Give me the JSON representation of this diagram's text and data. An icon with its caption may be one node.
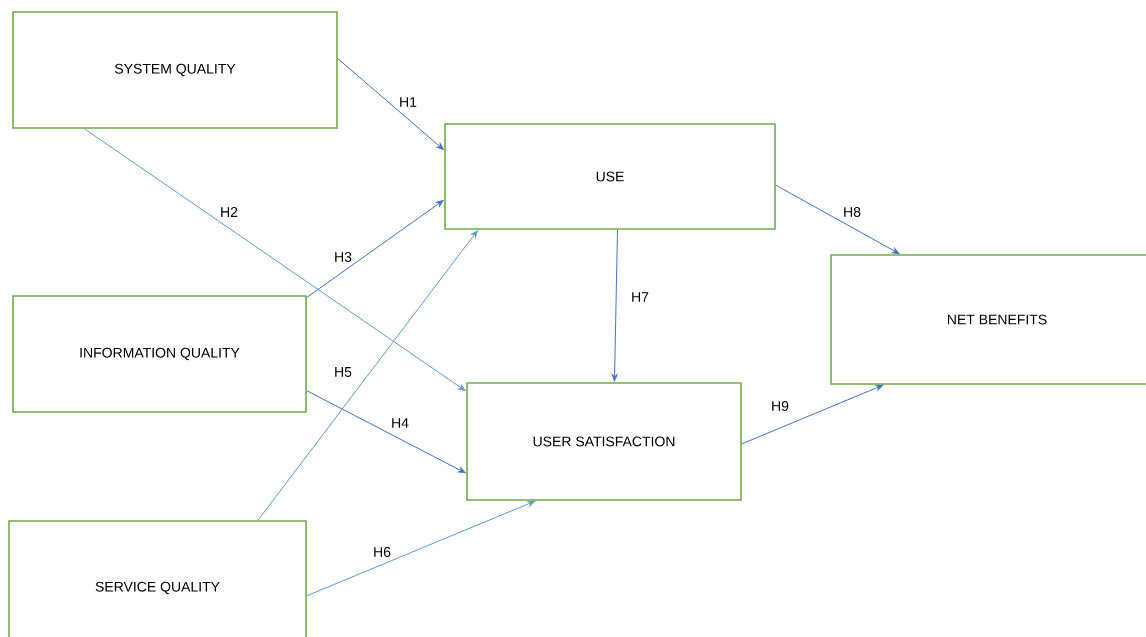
{
  "diagram": {
    "nodes": [
      {
        "text": [
          "SYSTEM QUALITY"
        ]
      },
      {
        "text": [
          "USE"
        ]
      },
      {
        "text": [
          "INFORMATION QUALITY"
        ]
      },
      {
        "text": [
          "NET BENEFITS"
        ]
      },
      {
        "text": [
          "USER SATISFACTION"
        ]
      },
      {
        "text": [
          "SERVICE QUALITY"
        ]
      }
    ],
    "edges": [
      {
        "from": 0,
        "to": 1,
        "arrow": "to",
        "label": "H1"
      },
      {
        "from": 0,
        "to": 4,
        "arrow": "to",
        "label": "H2",
        "color": "#5b9bd5"
      },
      {
        "from": 2,
        "to": 1,
        "arrow": "to",
        "label": "H3"
      },
      {
        "from": 2,
        "to": 4,
        "arrow": "to",
        "label": "H4"
      },
      {
        "from": 5,
        "to": 1,
        "arrow": "to",
        "label": "H5",
        "color": "#5b9bd5"
      },
      {
        "from": 5,
        "to": 4,
        "arrow": "to",
        "label": "H6",
        "color": "#5b9bd5"
      },
      {
        "from": 1,
        "to": 4,
        "arrow": "to",
        "label": "H7"
      },
      {
        "from": 1,
        "to": 3,
        "arrow": "to",
        "label": "H8"
      },
      {
        "from": 4,
        "to": 3,
        "arrow": "to",
        "label": "H9"
      }
    ]
  }
}
